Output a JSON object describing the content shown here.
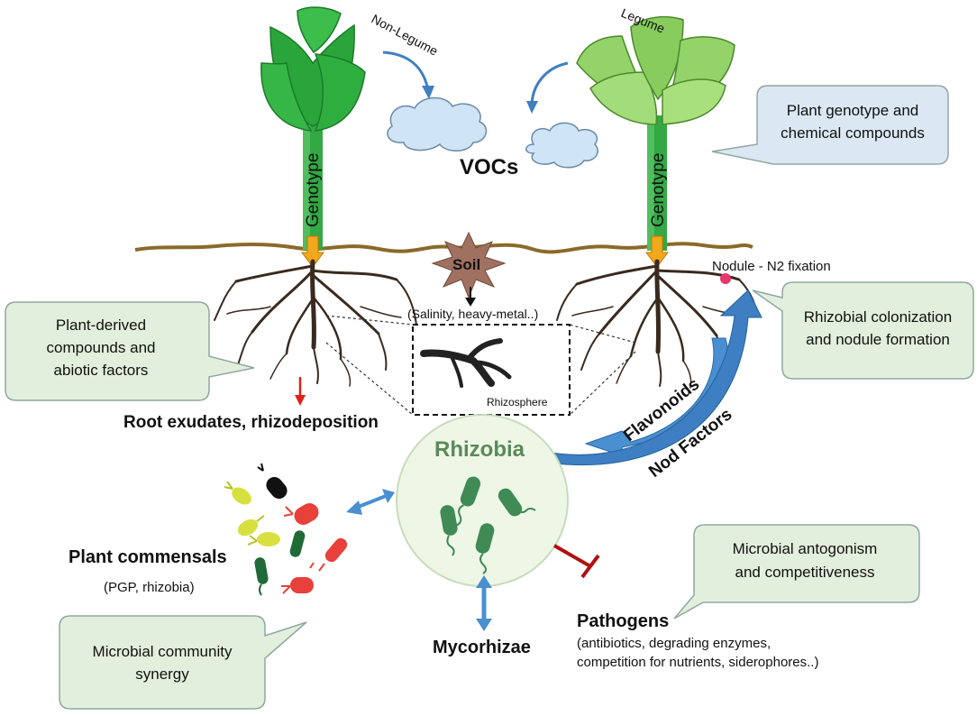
{
  "labels": {
    "non_legume": "Non-Legume",
    "legume": "Legume",
    "vocs": "VOCs",
    "genotype_left": "Genotype",
    "genotype_right": "Genotype",
    "soil": "Soil",
    "soil_factors": "(Salinity, heavy-metal..)",
    "nodule": "Nodule - N2 fixation",
    "rhizosphere": "Rhizosphere",
    "root_exudates": "Root exudates, rhizodeposition",
    "flavonoids": "Flavonoids",
    "nod_factors": "Nod Factors",
    "rhizobia": "Rhizobia",
    "plant_commensals": "Plant commensals",
    "commensals_sub": "(PGP, rhizobia)",
    "mycorhizae": "Mycorhizae",
    "pathogens": "Pathogens",
    "pathogens_sub1": "(antibiotics, degrading enzymes,",
    "pathogens_sub2": "competition for nutrients,  siderophores..)"
  },
  "callouts": {
    "genotype_line1": "Plant genotype and",
    "genotype_line2": "chemical compounds",
    "colonization_line1": "Rhizobial colonization",
    "colonization_line2": "and nodule formation",
    "plant_derived_line1": "Plant-derived",
    "plant_derived_line2": "compounds and",
    "plant_derived_line3": "abiotic factors",
    "antagonism_line1": "Microbial antogonism",
    "antagonism_line2": "and competitiveness",
    "synergy_line1": "Microbial community",
    "synergy_line2": "synergy"
  },
  "colors": {
    "callout_fill": "#e3efdd",
    "callout_blue_fill": "#dbe8f3",
    "callout_stroke": "#8fa8a0",
    "dark_leaf": "#2aa83c",
    "light_leaf": "#8fd068",
    "stem": "#2d9a3a",
    "ground": "#8a6a2a",
    "root": "#3a2a1e",
    "blue_arrow": "#3f7fc0",
    "inhibit": "#b01010",
    "bacteria_green": "#3f8a55",
    "rhizobia_text": "#5a8a5a",
    "soil_star": "#a07060"
  }
}
